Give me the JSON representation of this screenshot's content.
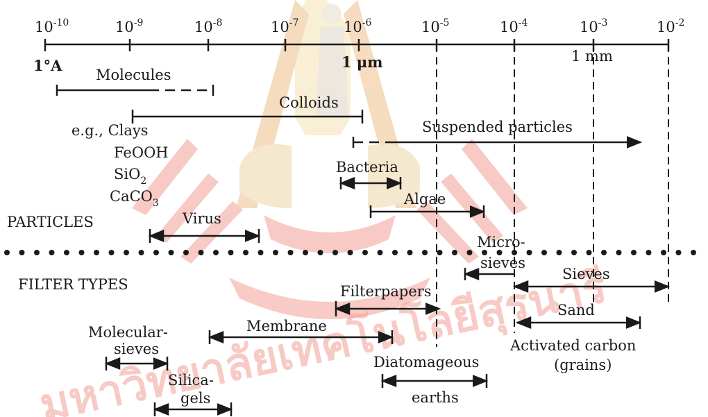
{
  "scale_labels": [
    {
      "base": "10",
      "exp": "-10"
    },
    {
      "base": "10",
      "exp": "-9"
    },
    {
      "base": "10",
      "exp": "-8"
    },
    {
      "base": "10",
      "exp": "-7"
    },
    {
      "base": "10",
      "exp": "-6"
    },
    {
      "base": "10",
      "exp": "-5"
    },
    {
      "base": "10",
      "exp": "-4"
    },
    {
      "base": "10",
      "exp": "-3"
    },
    {
      "base": "10",
      "exp": "-2"
    }
  ],
  "unit_labels": {
    "angstrom": "1°A",
    "micron": "1 μm",
    "millimeter": "1 mm"
  },
  "section_labels": {
    "particles": "PARTICLES",
    "filter_types": "FILTER TYPES"
  },
  "particles": {
    "molecules": "Molecules",
    "colloids": "Colloids",
    "examples_intro": "e.g., Clays",
    "example_2": "FeOOH",
    "example_3": "SiO",
    "example_3_sub": "2",
    "example_4": "CaCO",
    "example_4_sub": "3",
    "suspended": "Suspended particles",
    "bacteria": "Bacteria",
    "algae": "Algae",
    "virus": "Virus"
  },
  "filters": {
    "microsieves_1": "Micro-",
    "microsieves_2": "sieves",
    "sieves": "Sieves",
    "filterpapers": "Filterpapers",
    "sand": "Sand",
    "molecular_sieves_1": "Molecular-",
    "molecular_sieves_2": "sieves",
    "membrane": "Membrane",
    "activated_carbon_1": "Activated carbon",
    "activated_carbon_2": "(grains)",
    "diatomaceous_1": "Diatomageous",
    "diatomaceous_2": "earths",
    "silica_gels_1": "Silica-",
    "silica_gels_2": "gels"
  },
  "watermark": {
    "text": "มหาวิทยาลัยเทคโนโลยีสุรนารี",
    "color": "#f2a097"
  }
}
